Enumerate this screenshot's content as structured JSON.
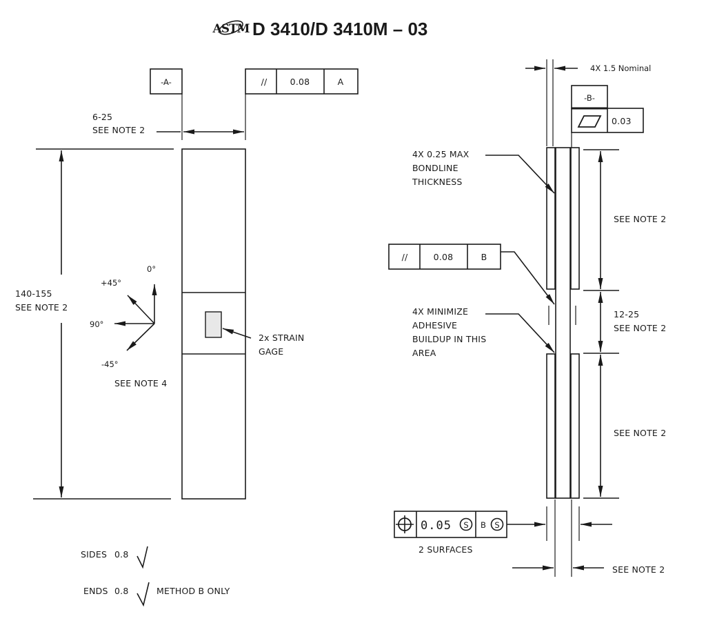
{
  "header": {
    "logo": "astm-logo-icon",
    "logo_text": "ASTM",
    "designation": "D 3410/D 3410M – 03"
  },
  "front_view": {
    "datum_a": "-A-",
    "parallelism_frame": {
      "symbol": "//",
      "tolerance": "0.08",
      "datum": "A"
    },
    "width_dim": {
      "value": "6-25",
      "note": "SEE NOTE 2"
    },
    "length_dim": {
      "value": "140-155",
      "note": "SEE NOTE 2"
    },
    "orientation": {
      "labels": [
        "0°",
        "+45°",
        "90°",
        "-45°"
      ],
      "note": "SEE NOTE 4"
    },
    "strain_gage": {
      "line1": "2x STRAIN",
      "line2": "GAGE"
    }
  },
  "surface_finish": {
    "sides": {
      "label": "SIDES",
      "value": "0.8"
    },
    "ends": {
      "label": "ENDS",
      "value": "0.8",
      "note": "METHOD B ONLY"
    }
  },
  "side_view": {
    "tab_thickness": "4X 1.5 Nominal",
    "datum_b": "-B-",
    "flatness_frame": {
      "symbol": "flatness-icon",
      "tolerance": "0.03"
    },
    "bondline": {
      "line1": "4X 0.25 MAX",
      "line2": "BONDLINE",
      "line3": "THICKNESS"
    },
    "parallelism_frame": {
      "symbol": "//",
      "tolerance": "0.08",
      "datum": "B"
    },
    "adhesive": {
      "line1": "4X MINIMIZE",
      "line2": "ADHESIVE",
      "line3": "BUILDUP IN THIS",
      "line4": "AREA"
    },
    "tab_length_top": "SEE NOTE 2",
    "gage_length": {
      "value": "12-25",
      "note": "SEE NOTE 2"
    },
    "tab_length_bottom": "SEE NOTE 2",
    "position_frame": {
      "symbol": "position-icon",
      "tolerance": "0.05",
      "modifier": "S",
      "datum": "B",
      "datum_modifier": "S",
      "note": "2 SURFACES"
    },
    "thickness_note": "SEE NOTE 2"
  }
}
